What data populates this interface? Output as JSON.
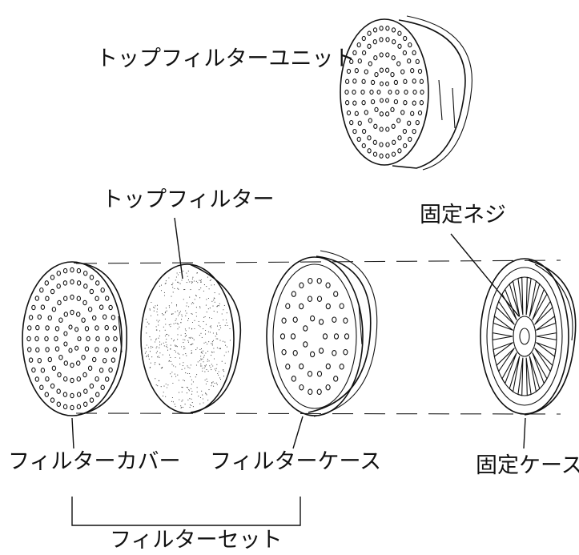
{
  "labels": {
    "top_filter_unit": "トップフィルターユニット",
    "top_filter": "トップフィルター",
    "fixing_screw": "固定ネジ",
    "filter_cover": "フィルターカバー",
    "filter_case": "フィルターケース",
    "fixing_case": "固定ケース",
    "filter_set": "フィルターセット"
  }
}
